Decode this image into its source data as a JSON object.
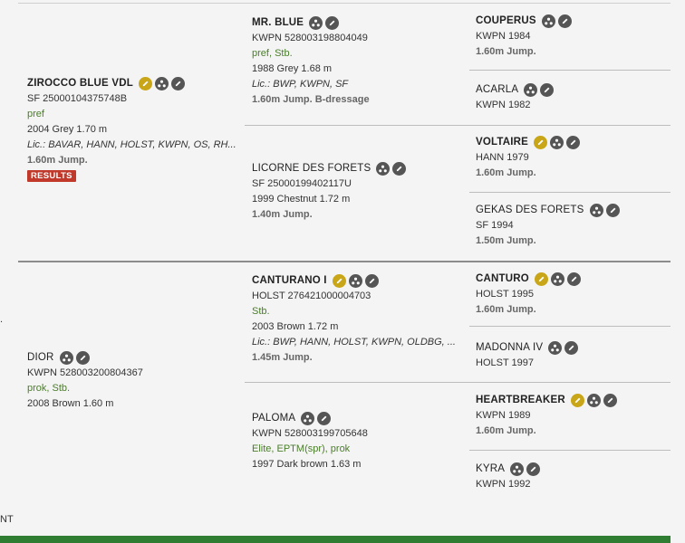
{
  "horses": {
    "sire": {
      "name": "ZIROCCO BLUE VDL",
      "reg": "SF 25000104375748B",
      "status": "pref",
      "details": "2004 Grey 1.70 m",
      "lic": "Lic.: BAVAR, HANN, HOLST, KWPN, OS, RH...",
      "performance": "1.60m Jump.",
      "badge": "RESULTS"
    },
    "ss": {
      "name": "MR. BLUE",
      "reg": "KWPN 528003198804049",
      "status": "pref, Stb.",
      "details": "1988 Grey 1.68 m",
      "lic": "Lic.: BWP, KWPN, SF",
      "performance": "1.60m Jump. B-dressage"
    },
    "sd": {
      "name": "LICORNE DES FORETS",
      "reg": "SF 25000199402117U",
      "details": "1999 Chestnut 1.72 m",
      "performance": "1.40m Jump."
    },
    "sss": {
      "name": "COUPERUS",
      "reg": "KWPN 1984",
      "performance": "1.60m Jump."
    },
    "ssd": {
      "name": "ACARLA",
      "reg": "KWPN 1982"
    },
    "sds": {
      "name": "VOLTAIRE",
      "reg": "HANN 1979",
      "performance": "1.60m Jump."
    },
    "sdd": {
      "name": "GEKAS DES FORETS",
      "reg": "SF 1994",
      "performance": "1.50m Jump."
    },
    "dam": {
      "name": "DIOR",
      "reg": "KWPN 528003200804367",
      "status": "prok, Stb.",
      "details": "2008 Brown 1.60 m"
    },
    "ds": {
      "name": "CANTURANO I",
      "reg": "HOLST 276421000004703",
      "status": "Stb.",
      "details": "2003 Brown 1.72 m",
      "lic": "Lic.: BWP, HANN, HOLST, KWPN, OLDBG, ...",
      "performance": "1.45m Jump."
    },
    "dd": {
      "name": "PALOMA",
      "reg": "KWPN 528003199705648",
      "status": "Elite, EPTM(spr), prok",
      "details": "1997 Dark brown 1.63 m"
    },
    "dss": {
      "name": "CANTURO",
      "reg": "HOLST 1995",
      "performance": "1.60m Jump."
    },
    "dsd": {
      "name": "MADONNA IV",
      "reg": "HOLST 1997"
    },
    "dds": {
      "name": "HEARTBREAKER",
      "reg": "KWPN 1989",
      "performance": "1.60m Jump."
    },
    "ddd": {
      "name": "KYRA",
      "reg": "KWPN 1992"
    }
  },
  "cut_text": {
    "bottom_left": "NT",
    "mid_left": "."
  },
  "colors": {
    "green_text": "#4a7d2a",
    "badge_red": "#c0392b",
    "gold_icon": "#c9a618",
    "dark_icon": "#555555",
    "bottom_bar": "#2e7d32"
  }
}
